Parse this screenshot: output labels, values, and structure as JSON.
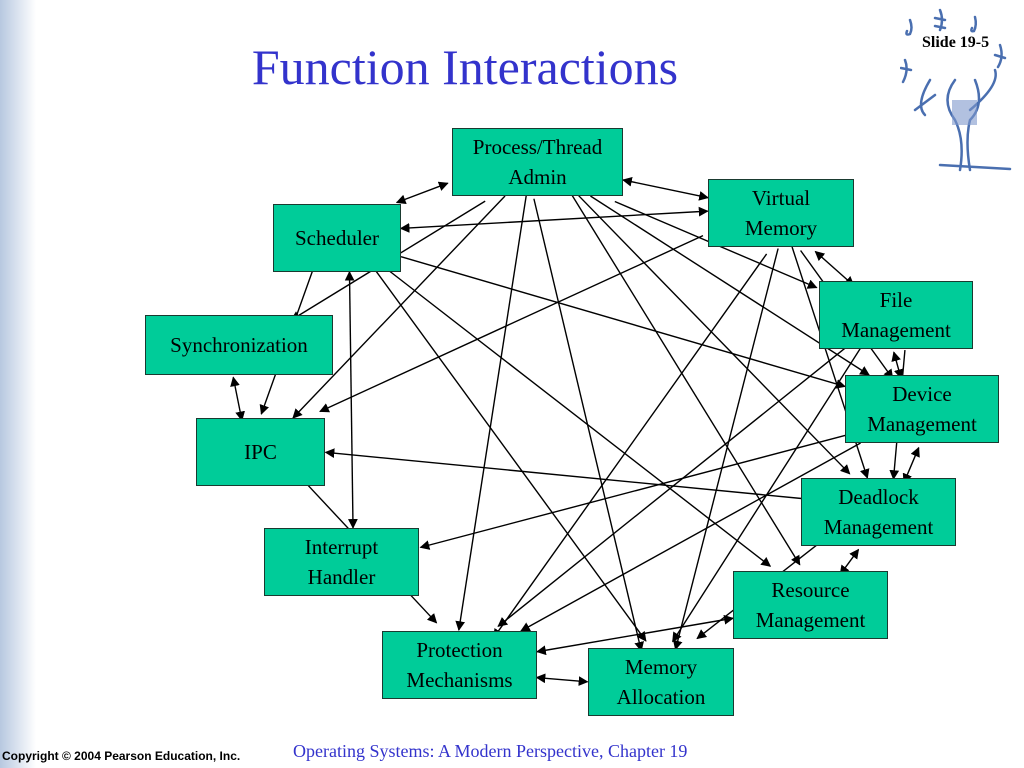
{
  "slide": {
    "title": "Function Interactions",
    "slide_number": "Slide 19-5",
    "footer": "Operating Systems: A Modern Perspective, Chapter 19",
    "copyright": "Copyright © 2004 Pearson Education, Inc.",
    "accent_color": "#3333cc",
    "box_color": "#00cc99"
  },
  "diagram": {
    "nodes": [
      {
        "id": "process",
        "label": "Process/Thread\nAdmin"
      },
      {
        "id": "vm",
        "label": "Virtual\nMemory"
      },
      {
        "id": "file",
        "label": "File\nManagement"
      },
      {
        "id": "device",
        "label": "Device\nManagement"
      },
      {
        "id": "deadlock",
        "label": "Deadlock\nManagement"
      },
      {
        "id": "resource",
        "label": "Resource\nManagement"
      },
      {
        "id": "memalloc",
        "label": "Memory\nAllocation"
      },
      {
        "id": "protection",
        "label": "Protection\nMechanisms"
      },
      {
        "id": "interrupt",
        "label": "Interrupt\nHandler"
      },
      {
        "id": "ipc",
        "label": "IPC"
      },
      {
        "id": "sync",
        "label": "Synchronization"
      },
      {
        "id": "scheduler",
        "label": "Scheduler"
      }
    ],
    "edges": [
      {
        "from": "scheduler",
        "to": "process",
        "bidirectional": true
      },
      {
        "from": "scheduler",
        "to": "vm",
        "bidirectional": true
      },
      {
        "from": "process",
        "to": "vm",
        "bidirectional": true
      },
      {
        "from": "vm",
        "to": "file",
        "bidirectional": true
      },
      {
        "from": "file",
        "to": "device",
        "bidirectional": true
      },
      {
        "from": "device",
        "to": "deadlock",
        "bidirectional": true
      },
      {
        "from": "deadlock",
        "to": "resource",
        "bidirectional": true
      },
      {
        "from": "resource",
        "to": "protection",
        "bidirectional": true
      },
      {
        "from": "protection",
        "to": "memalloc",
        "bidirectional": true
      },
      {
        "from": "sync",
        "to": "ipc",
        "bidirectional": true
      },
      {
        "from": "scheduler",
        "to": "interrupt",
        "bidirectional": true
      },
      {
        "from": "process",
        "to": "sync",
        "bidirectional": false
      },
      {
        "from": "process",
        "to": "ipc",
        "bidirectional": false
      },
      {
        "from": "process",
        "to": "protection",
        "bidirectional": false
      },
      {
        "from": "process",
        "to": "memalloc",
        "bidirectional": false
      },
      {
        "from": "process",
        "to": "resource",
        "bidirectional": false
      },
      {
        "from": "process",
        "to": "deadlock",
        "bidirectional": false
      },
      {
        "from": "process",
        "to": "device",
        "bidirectional": false
      },
      {
        "from": "process",
        "to": "file",
        "bidirectional": false
      },
      {
        "from": "vm",
        "to": "ipc",
        "bidirectional": false
      },
      {
        "from": "vm",
        "to": "protection",
        "bidirectional": false
      },
      {
        "from": "vm",
        "to": "memalloc",
        "bidirectional": false
      },
      {
        "from": "vm",
        "to": "deadlock",
        "bidirectional": false
      },
      {
        "from": "vm",
        "to": "device",
        "bidirectional": false
      },
      {
        "from": "scheduler",
        "to": "ipc",
        "bidirectional": false
      },
      {
        "from": "scheduler",
        "to": "memalloc",
        "bidirectional": false
      },
      {
        "from": "scheduler",
        "to": "resource",
        "bidirectional": false
      },
      {
        "from": "scheduler",
        "to": "device",
        "bidirectional": false
      },
      {
        "from": "file",
        "to": "protection",
        "bidirectional": false
      },
      {
        "from": "file",
        "to": "memalloc",
        "bidirectional": false
      },
      {
        "from": "file",
        "to": "deadlock",
        "bidirectional": false
      },
      {
        "from": "device",
        "to": "interrupt",
        "bidirectional": false
      },
      {
        "from": "device",
        "to": "protection",
        "bidirectional": false
      },
      {
        "from": "deadlock",
        "to": "ipc",
        "bidirectional": false
      },
      {
        "from": "deadlock",
        "to": "memalloc",
        "bidirectional": false
      },
      {
        "from": "ipc",
        "to": "protection",
        "bidirectional": false
      }
    ]
  }
}
